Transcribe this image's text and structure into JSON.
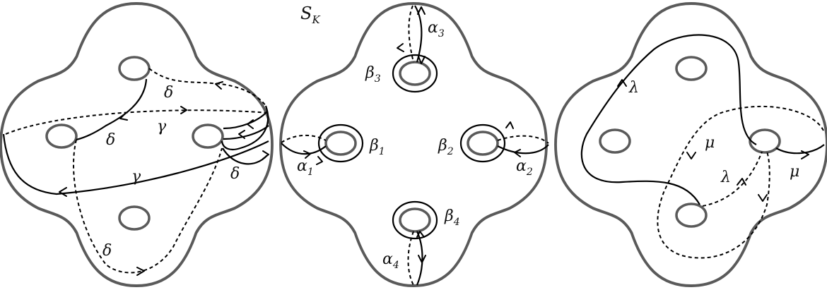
{
  "figure": {
    "surface_label": "S",
    "surface_label_sub": "K",
    "left_panel": {
      "labels": {
        "delta_top": "δ",
        "delta_left": "δ",
        "delta_right": "δ",
        "delta_bottom": "δ",
        "gamma_back": "γ",
        "gamma_front": "γ"
      }
    },
    "middle_panel": {
      "labels": {
        "alpha1": {
          "base": "α",
          "sub": "1"
        },
        "alpha2": {
          "base": "α",
          "sub": "2"
        },
        "alpha3": {
          "base": "α",
          "sub": "3"
        },
        "alpha4": {
          "base": "α",
          "sub": "4"
        },
        "beta1": {
          "base": "β",
          "sub": "1"
        },
        "beta2": {
          "base": "β",
          "sub": "2"
        },
        "beta3": {
          "base": "β",
          "sub": "3"
        },
        "beta4": {
          "base": "β",
          "sub": "4"
        }
      }
    },
    "right_panel": {
      "labels": {
        "lambda_top": "λ",
        "lambda_back": "λ",
        "mu_back": "μ",
        "mu_front": "μ"
      }
    },
    "colors": {
      "outline": "#5a5a5a",
      "curve": "#000000"
    }
  }
}
